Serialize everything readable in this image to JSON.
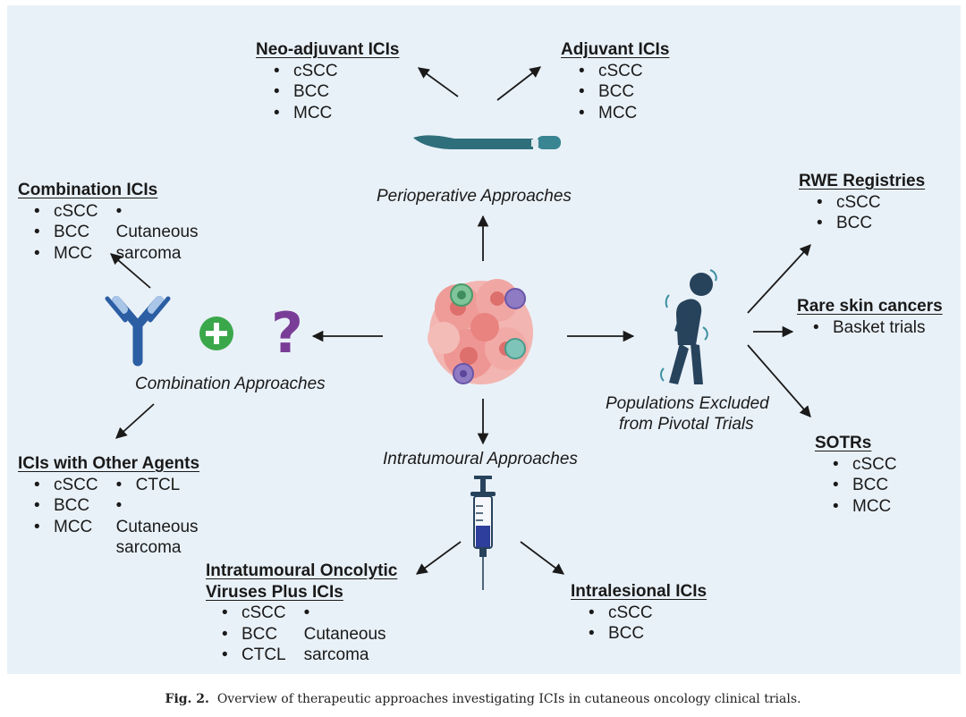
{
  "center_labels": {
    "perioperative": "Perioperative Approaches",
    "combination": "Combination Approaches",
    "intratumoural": "Intratumoural Approaches",
    "excluded_line1": "Populations Excluded",
    "excluded_line2": "from Pivotal Trials"
  },
  "neo_adjuvant": {
    "title": "Neo-adjuvant ICIs",
    "items": [
      "cSCC",
      "BCC",
      "MCC"
    ]
  },
  "adjuvant": {
    "title": "Adjuvant ICIs",
    "items": [
      "cSCC",
      "BCC",
      "MCC"
    ]
  },
  "combination_icis": {
    "title": "Combination ICIs",
    "col1": [
      "cSCC",
      "BCC",
      "MCC"
    ],
    "col2": [
      "Cutaneous sarcoma"
    ]
  },
  "other_agents": {
    "title": "ICIs with Other Agents",
    "col1": [
      "cSCC",
      "BCC",
      "MCC"
    ],
    "col2": [
      "CTCL",
      "Cutaneous sarcoma"
    ]
  },
  "oncolytic": {
    "title_line1": "Intratumoural Oncolytic",
    "title_line2": "Viruses Plus ICIs",
    "col1": [
      "cSCC",
      "BCC",
      "CTCL"
    ],
    "col2": [
      "Cutaneous sarcoma"
    ]
  },
  "intralesional": {
    "title": "Intralesional ICIs",
    "items": [
      "cSCC",
      "BCC"
    ]
  },
  "rwe": {
    "title": "RWE Registries",
    "items": [
      "cSCC",
      "BCC"
    ]
  },
  "rare": {
    "title": "Rare skin cancers",
    "items": [
      "Basket trials"
    ]
  },
  "sotrs": {
    "title": "SOTRs",
    "items": [
      "cSCC",
      "BCC",
      "MCC"
    ]
  },
  "combo_symbols": {
    "question": "?"
  },
  "caption": {
    "label": "Fig. 2.",
    "text": "Overview of therapeutic approaches investigating ICIs in cutaneous oncology clinical trials."
  },
  "colors": {
    "background": "#e9f1f8",
    "antibody_blue": "#2b5ea3",
    "plus_green": "#3aa84a",
    "question_purple": "#7a3d97",
    "person_navy": "#27435c",
    "syringe_fluid": "#2d3e9c",
    "scalpel_teal": "#2e6f7b",
    "tumour_pink": "#f0a7a4"
  }
}
